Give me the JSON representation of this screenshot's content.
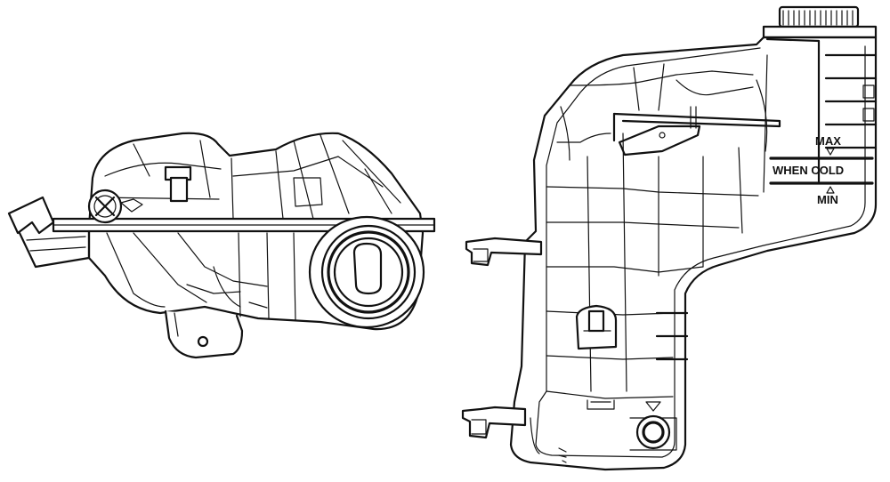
{
  "markings": {
    "max": "MAX",
    "when_cold": "WHEN COLD",
    "min": "MIN"
  },
  "colors": {
    "line": "#111111",
    "background": "#ffffff"
  }
}
